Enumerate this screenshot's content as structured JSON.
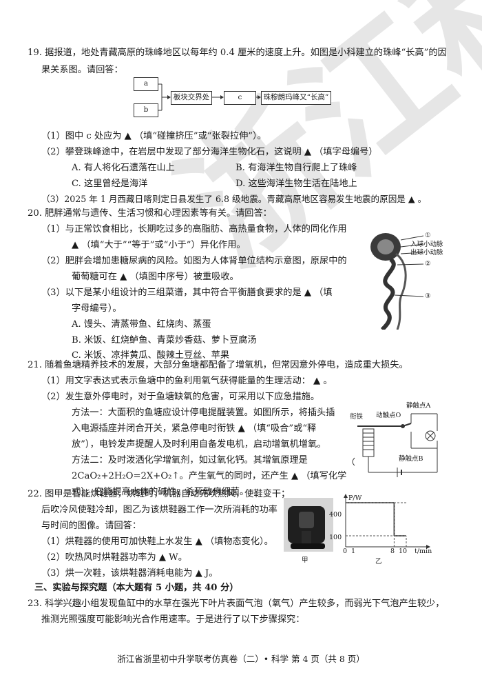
{
  "q19": {
    "line1": "19. 据报道，地处青藏高原的珠峰地区以每年约 0.4 厘米的速度上升。如图是小科建立的珠峰“长高”的因",
    "line2": "果关系图。请回答：",
    "diagram": {
      "a": "a",
      "b": "b",
      "plate": "板块交界处",
      "c": "c",
      "result": "珠穆朗玛峰又“长高”"
    },
    "p1": "（1）图中 c 处应为 ▲ （填“碰撞挤压”或“张裂拉伸”）。",
    "p2": "（2）攀登珠峰途中，在岩层中发现了部分海洋生物化石，这说明 ▲ （填字母编号）",
    "optA": "A. 有人将化石遗落在山上",
    "optB": "B. 有海洋生物自行爬上了珠峰",
    "optC": "C. 这里曾经是海洋",
    "optD": "D. 这些海洋生物生活在陆地上",
    "p3": "（3）2025 年 1 月西藏日喀则定日县发生了 6.8 级地震。青藏高原地区容易发生地震的原因是 ▲ 。"
  },
  "q20": {
    "line1": "20. 肥胖通常与遗传、生活习惯和心理因素等有关。请回答：",
    "p1a": "（1）与正常饮食相比，长期吃过多的高脂肪、高热量食物，人体的同化作用",
    "p1b": "▲ （填“大于”“等于”或“小于”）异化作用。",
    "p2a": "（2）肥胖会增加患糖尿病的风险。如图为人体肾单位结构示意图，原尿中的",
    "p2b": "葡萄糖可在 ▲ （填图中序号）被重吸收。",
    "p3a": "（3）以下是某小组设计的三组菜谱，其中符合平衡膳食要求的是 ▲ （填",
    "p3b": "字母编号）。",
    "optA": "A. 馒头、清蒸带鱼、红烧肉、蒸蛋",
    "optB": "B. 米饭、红烧鲈鱼、青菜炒香菇、萝卜豆腐汤",
    "optC": "C. 米饭、凉拌黄瓜、酸辣土豆丝、苹果",
    "figure": {
      "n1": "①",
      "n2": "②",
      "n3": "③",
      "in_label": "入球小动脉",
      "out_label": "出球小动脉"
    }
  },
  "q21": {
    "line1": "21. 随着鱼塘精养技术的发展，大部分鱼塘都配备了增氧机，但常因意外停电，造成重大损失。",
    "p1": "（1）用文字表达式表示鱼塘中的鱼利用氧气获得能量的生理活动： ▲ 。",
    "p2": "（2）发生意外停电时，对于鱼塘缺氧的危害，可采用以下应急措施。",
    "m1a": "方法一：大面积的鱼塘应设计停电提醒装置。如图所示，将插头插",
    "m1b": "入电源插座并闭合开关，紧急停电时衔铁 ▲ （填“吸合”或“释",
    "m1c": "放”），电铃发声提醒人及时利用自备发电机，启动增氧机增氧。",
    "m2a": "方法二：及时泼洒化学增氧剂，如过氧化钙。其增氧原理是",
    "m2b": "2CaO₂+2H₂O=2X+O₂↑。产生氧气的同时，还产生 ▲ （填写化学",
    "m2c": "式），它能提高水体的碱性，杀死致病细菌。",
    "circuit": {
      "armature": "衔铁",
      "moving": "动触点O",
      "static_a": "静触点A",
      "static_b": "静触点B"
    }
  },
  "q22": {
    "line1": "22. 图甲是智能烘鞋器，烘鞋时，机器自动先吹热风，使鞋变干；",
    "line2": "后吹冷风使鞋冷却，图乙为该烘鞋器工作一次所消耗的功率",
    "line3": "与时间的图像。请回答：",
    "p1": "（1）烘鞋器的使用可加快鞋上水发生 ▲ （填物态变化）。",
    "p2": "（2）吹热风时烘鞋器功率为 ▲ W。",
    "p3": "（3）烘一次鞋，该烘鞋器消耗电能为 ▲ J。",
    "fig_jia": "甲",
    "fig_yi": "乙",
    "graph": {
      "ylabel": "P/W",
      "xlabel": "t/min",
      "y_high": "400",
      "y_low": "100",
      "x0": "0",
      "x1": "1",
      "x8": "8",
      "x10": "10"
    }
  },
  "section3": "三、实验与探究题（本大题有 5 小题，共 40 分）",
  "q23": {
    "line1": "23. 科学兴趣小组发现鱼缸中的水草在强光下叶片表面气泡（氧气）产生较多，而弱光下气泡产生较少，",
    "line2": "推测光照强度可能影响光合作用速率。于是进行了以下步骤探究："
  },
  "watermark": "浙江科学",
  "footer": "浙江省浙里初中升学联考仿真卷（二）• 科学 第 4 页（共 8 页）",
  "chart_data": {
    "type": "line",
    "xlabel": "t/min",
    "ylabel": "P/W",
    "x": [
      0,
      8,
      8,
      10
    ],
    "y": [
      400,
      400,
      100,
      100
    ],
    "xticks": [
      0,
      1,
      8,
      10
    ],
    "yticks": [
      100,
      400
    ]
  }
}
